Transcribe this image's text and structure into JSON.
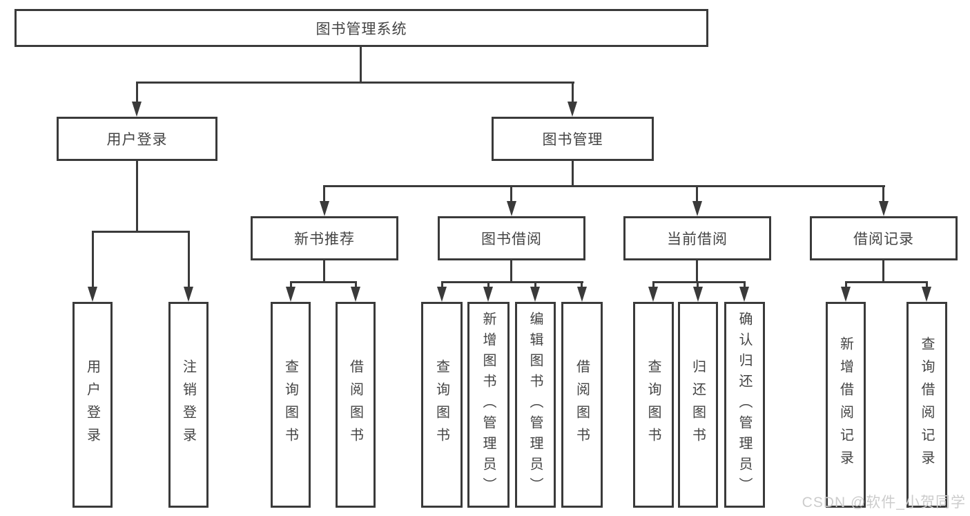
{
  "title": "图书管理系统",
  "level2": {
    "user_login": "用户登录",
    "book_mgmt": "图书管理"
  },
  "level3": {
    "new_books": "新书推荐",
    "borrowing": "图书借阅",
    "current": "当前借阅",
    "records": "借阅记录"
  },
  "leaves": {
    "user_login_login": "用户登录",
    "user_login_logout": "注销登录",
    "new_books_query": "查询图书",
    "new_books_borrow": "借阅图书",
    "borrowing_query": "查询图书",
    "borrowing_add": "新增图书（管理员）",
    "borrowing_edit": "编辑图书（管理员）",
    "borrowing_borrow": "借阅图书",
    "current_query": "查询图书",
    "current_return": "归还图书",
    "current_confirm": "确认归还（管理员）",
    "records_add": "新增借阅记录",
    "records_query": "查询借阅记录"
  },
  "watermark": "CSDN @软件_小贺同学",
  "colors": {
    "line": "#3a3a3a",
    "text": "#444444",
    "watermark": "#cccccc"
  }
}
